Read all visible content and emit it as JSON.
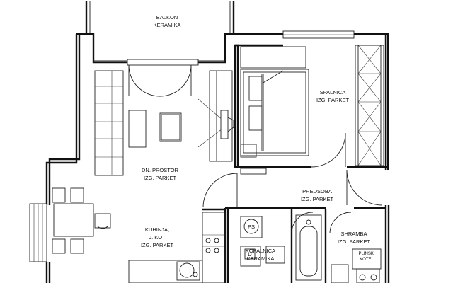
{
  "rooms": {
    "balcony": {
      "line1": "BALKON",
      "line2": "KERAMIKA"
    },
    "bedroom": {
      "line1": "SPALNICA",
      "line2": "IZG. PARKET"
    },
    "living": {
      "line1": "DN. PROSTOR",
      "line2": "IZG. PARKET"
    },
    "hall": {
      "line1": "PREDSOBA",
      "line2": "IZG. PARKET"
    },
    "kitchen": {
      "line1": "KUHINJA,",
      "line2": "J. KOT",
      "line3": "IZG. PARKET"
    },
    "bathroom": {
      "line1": "KOPALNICA",
      "line2": "KERAMIKA"
    },
    "storage": {
      "line1": "SHRAMBA",
      "line2": "IZG. PARKET"
    }
  },
  "symbols": {
    "washer": "PS",
    "dryer": "D",
    "boiler_line1": "PLINSKI",
    "boiler_line2": "KOTEL"
  }
}
